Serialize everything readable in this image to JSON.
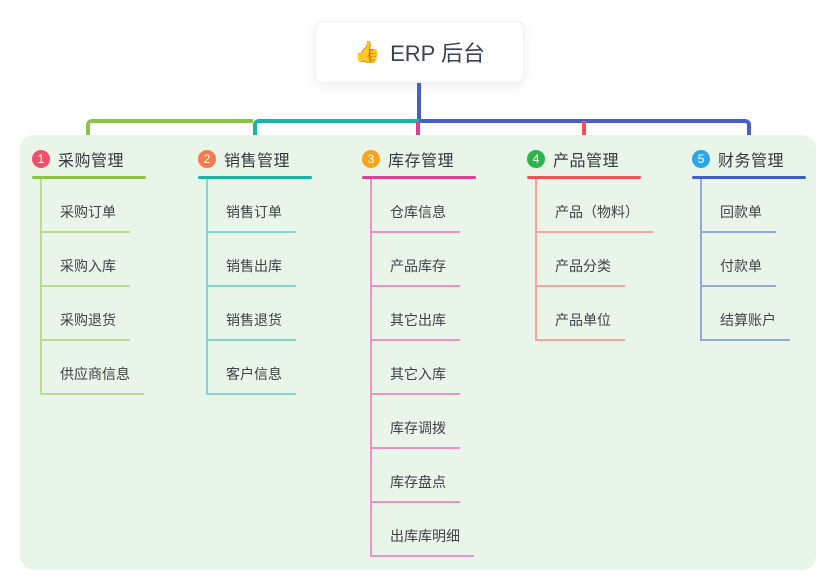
{
  "root": {
    "label": "ERP 后台",
    "icon": "thumbs-up-icon"
  },
  "colors": {
    "stem_blue": "#4a5cc5",
    "panel_background": "#e9f5e8",
    "root_card": "#ffffff"
  },
  "branches": [
    {
      "key": "purchase",
      "number": "1",
      "title": "采购管理",
      "line_color": "#8bc34a",
      "light_color": "#b9dc8f",
      "badge_color": "#f4506a",
      "children": [
        "采购订单",
        "采购入库",
        "采购退货",
        "供应商信息"
      ]
    },
    {
      "key": "sales",
      "number": "2",
      "title": "销售管理",
      "line_color": "#17b5a6",
      "light_color": "#82d6cd",
      "badge_color": "#f67a4e",
      "children": [
        "销售订单",
        "销售出库",
        "销售退货",
        "客户信息"
      ]
    },
    {
      "key": "inventory",
      "number": "3",
      "title": "库存管理",
      "line_color": "#e03d95",
      "light_color": "#ef93c6",
      "badge_color": "#f8a41d",
      "children": [
        "仓库信息",
        "产品库存",
        "其它出库",
        "其它入库",
        "库存调拨",
        "库存盘点",
        "出库库明细"
      ]
    },
    {
      "key": "product",
      "number": "4",
      "title": "产品管理",
      "line_color": "#f4534f",
      "light_color": "#f9a29e",
      "badge_color": "#2db54d",
      "children": [
        "产品（物料）",
        "产品分类",
        "产品单位"
      ]
    },
    {
      "key": "finance",
      "number": "5",
      "title": "财务管理",
      "line_color": "#3d5fc9",
      "light_color": "#93a7de",
      "badge_color": "#2aa7e8",
      "children": [
        "回款单",
        "付款单",
        "结算账户"
      ]
    }
  ]
}
